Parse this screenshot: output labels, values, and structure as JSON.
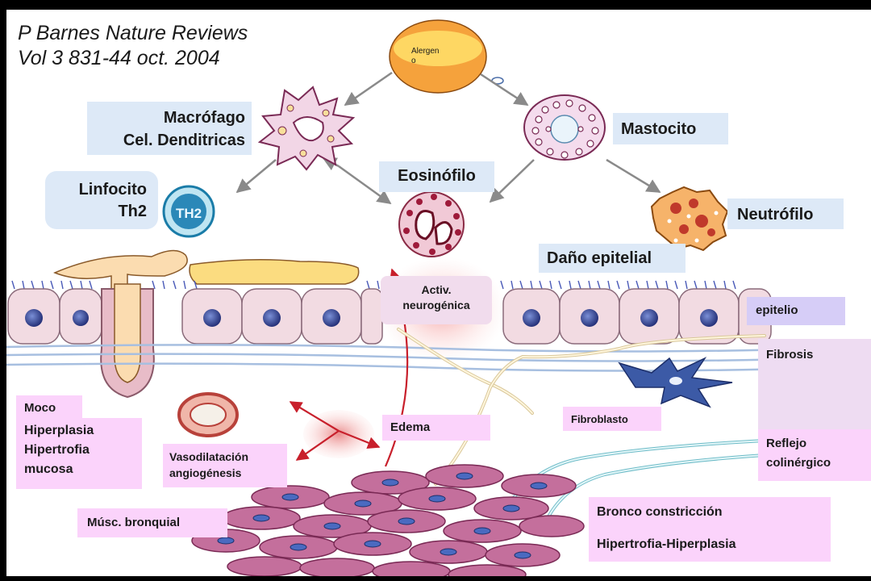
{
  "citation": {
    "line1": "P Barnes Nature Reviews",
    "line2": "Vol 3  831-44 oct. 2004"
  },
  "allergen": {
    "line1": "Alergen",
    "line2": "o"
  },
  "cells": {
    "macrophage_line1": "Macrófago",
    "macrophage_line2": "Cel. Denditricas",
    "mast_cell": "Mastocito",
    "eosinophil": "Eosinófilo",
    "lymphocyte_line1": "Linfocito",
    "lymphocyte_line2": "Th2",
    "th2_glyph": "TH2",
    "neutrophil": "Neutrófilo"
  },
  "effects": {
    "epithelial_damage": "Daño epitelial",
    "neurogenic_line1": "Activ.",
    "neurogenic_line2": "neurogénica",
    "epithelium": "epitelio",
    "fibrosis": "Fibrosis",
    "mucus": "Moco",
    "mucosa_line1": "Hiperplasia",
    "mucosa_line2": "Hipertrofia",
    "mucosa_line3": "mucosa",
    "vasodilation_line1": "Vasodilatación",
    "vasodilation_line2": "angiogénesis",
    "edema": "Edema",
    "fibroblast": "Fibroblasto",
    "cholinergic_line1": "Reflejo",
    "cholinergic_line2": "colinérgico",
    "bronchial_muscle": "Músc. bronquial",
    "bronchoconstriction": "Bronco constricción",
    "hypertrophy": "Hipertrofia-Hiperplasia"
  },
  "colors": {
    "label_blue": "#dde9f7",
    "label_pink": "#fbd3fb",
    "label_lilac": "#d6cdf7",
    "allergen": "#f5a23c",
    "epithelium": "#f2dbe2",
    "smooth_muscle": "#c46f9c",
    "arrow_red": "#c8202c"
  }
}
